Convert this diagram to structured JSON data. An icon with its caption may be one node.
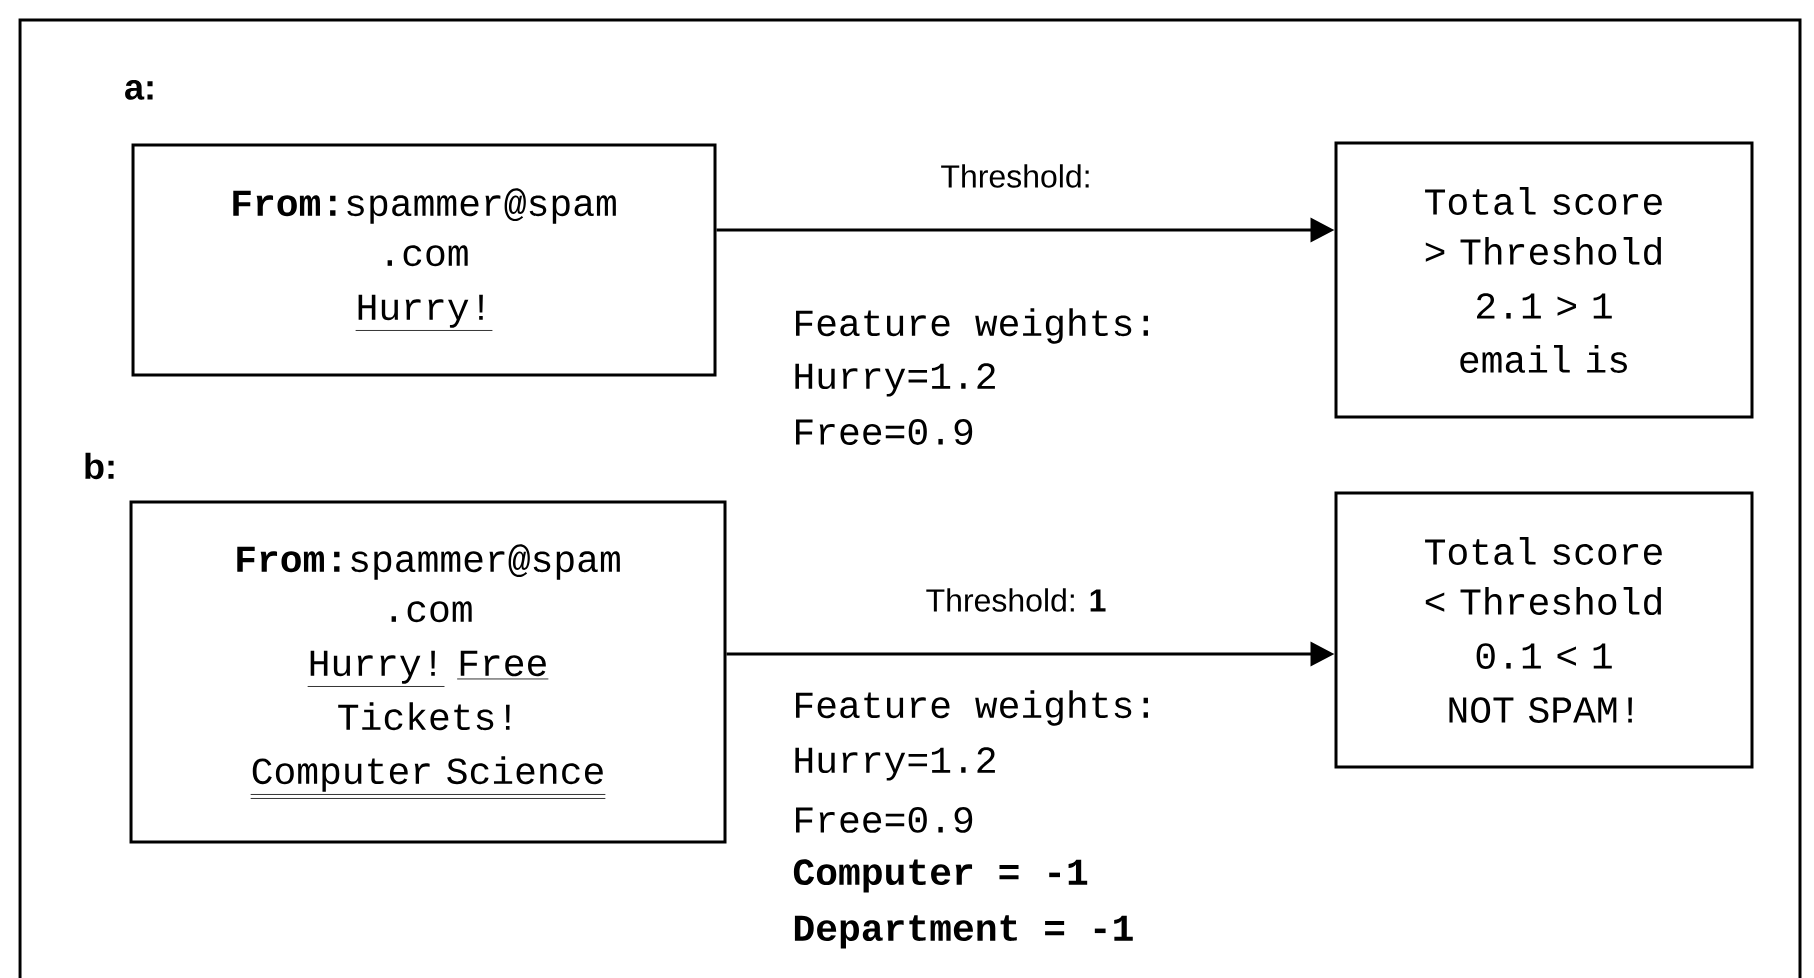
{
  "diagram": {
    "nodes": [
      {
        "text": [
          "**From:**spammer@spam .com",
          "Hurry!"
        ]
      },
      {
        "text": [
          "Total score > Threshold",
          "2.1 > 1",
          "email is"
        ]
      },
      {
        "text": [
          "**From:**spammer@spam .com",
          "Hurry!",
          "Free",
          "Tickets!",
          "Computer Science"
        ]
      },
      {
        "text": [
          "Total score < Threshold",
          "0.1 < 1",
          "NOT SPAM!"
        ]
      }
    ],
    "edges": [
      {
        "from": 0,
        "to": 1,
        "arrow": "to",
        "label": "Threshold:"
      },
      {
        "from": 2,
        "to": 3,
        "arrow": "to",
        "label": "Threshold: **1**"
      }
    ],
    "labels": [
      "a:",
      "Feature weights:",
      "Hurry=1.2",
      "Free=0.9",
      "b:",
      "Feature weights:",
      "Hurry=1.2",
      "Free=0.9",
      "Computer = -1",
      "Department = -1"
    ]
  }
}
